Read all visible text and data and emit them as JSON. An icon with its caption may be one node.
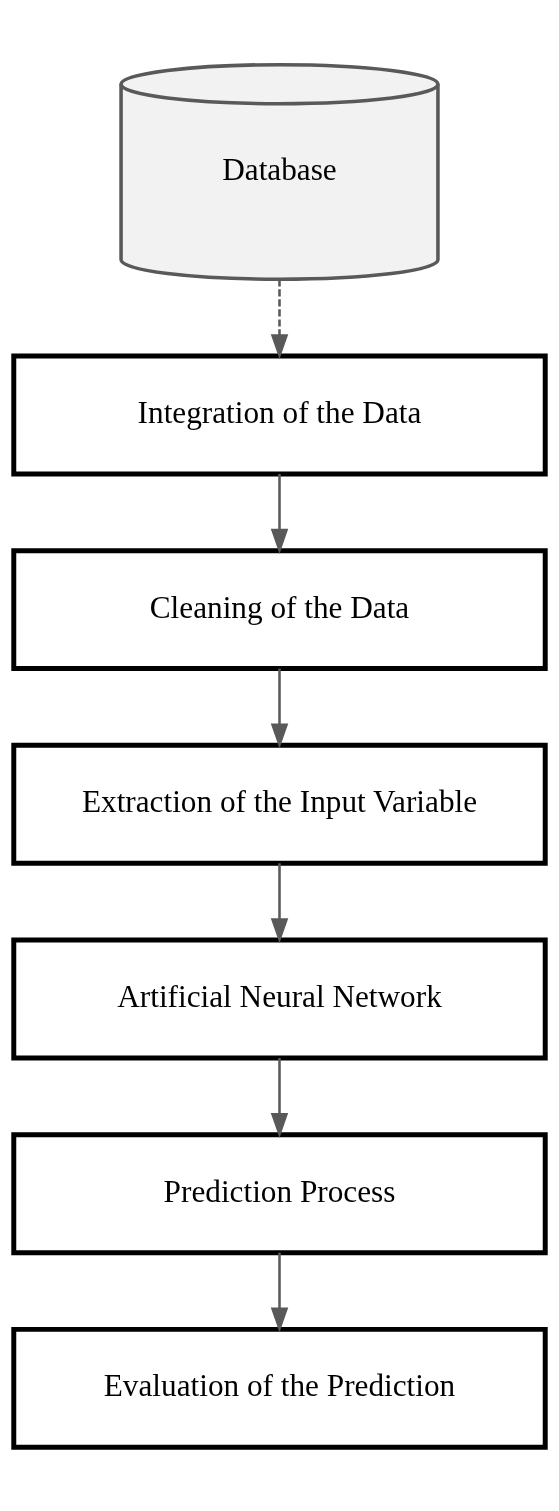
{
  "diagram": {
    "nodes": [
      {
        "text": [
          "Database"
        ]
      },
      {
        "text": [
          "Integration of the Data"
        ]
      },
      {
        "text": [
          "Cleaning of the Data"
        ]
      },
      {
        "text": [
          "Extraction of the Input Variable"
        ]
      },
      {
        "text": [
          "Artificial Neural Network"
        ]
      },
      {
        "text": [
          "Prediction Process"
        ]
      },
      {
        "text": [
          "Evaluation of the Prediction"
        ]
      }
    ],
    "edges": [
      {
        "from": 0,
        "to": 1,
        "arrow": "to",
        "style": "dashed"
      },
      {
        "from": 1,
        "to": 2,
        "arrow": "to"
      },
      {
        "from": 2,
        "to": 3,
        "arrow": "to"
      },
      {
        "from": 3,
        "to": 4,
        "arrow": "to"
      },
      {
        "from": 4,
        "to": 5,
        "arrow": "to"
      },
      {
        "from": 5,
        "to": 6,
        "arrow": "to"
      }
    ]
  }
}
